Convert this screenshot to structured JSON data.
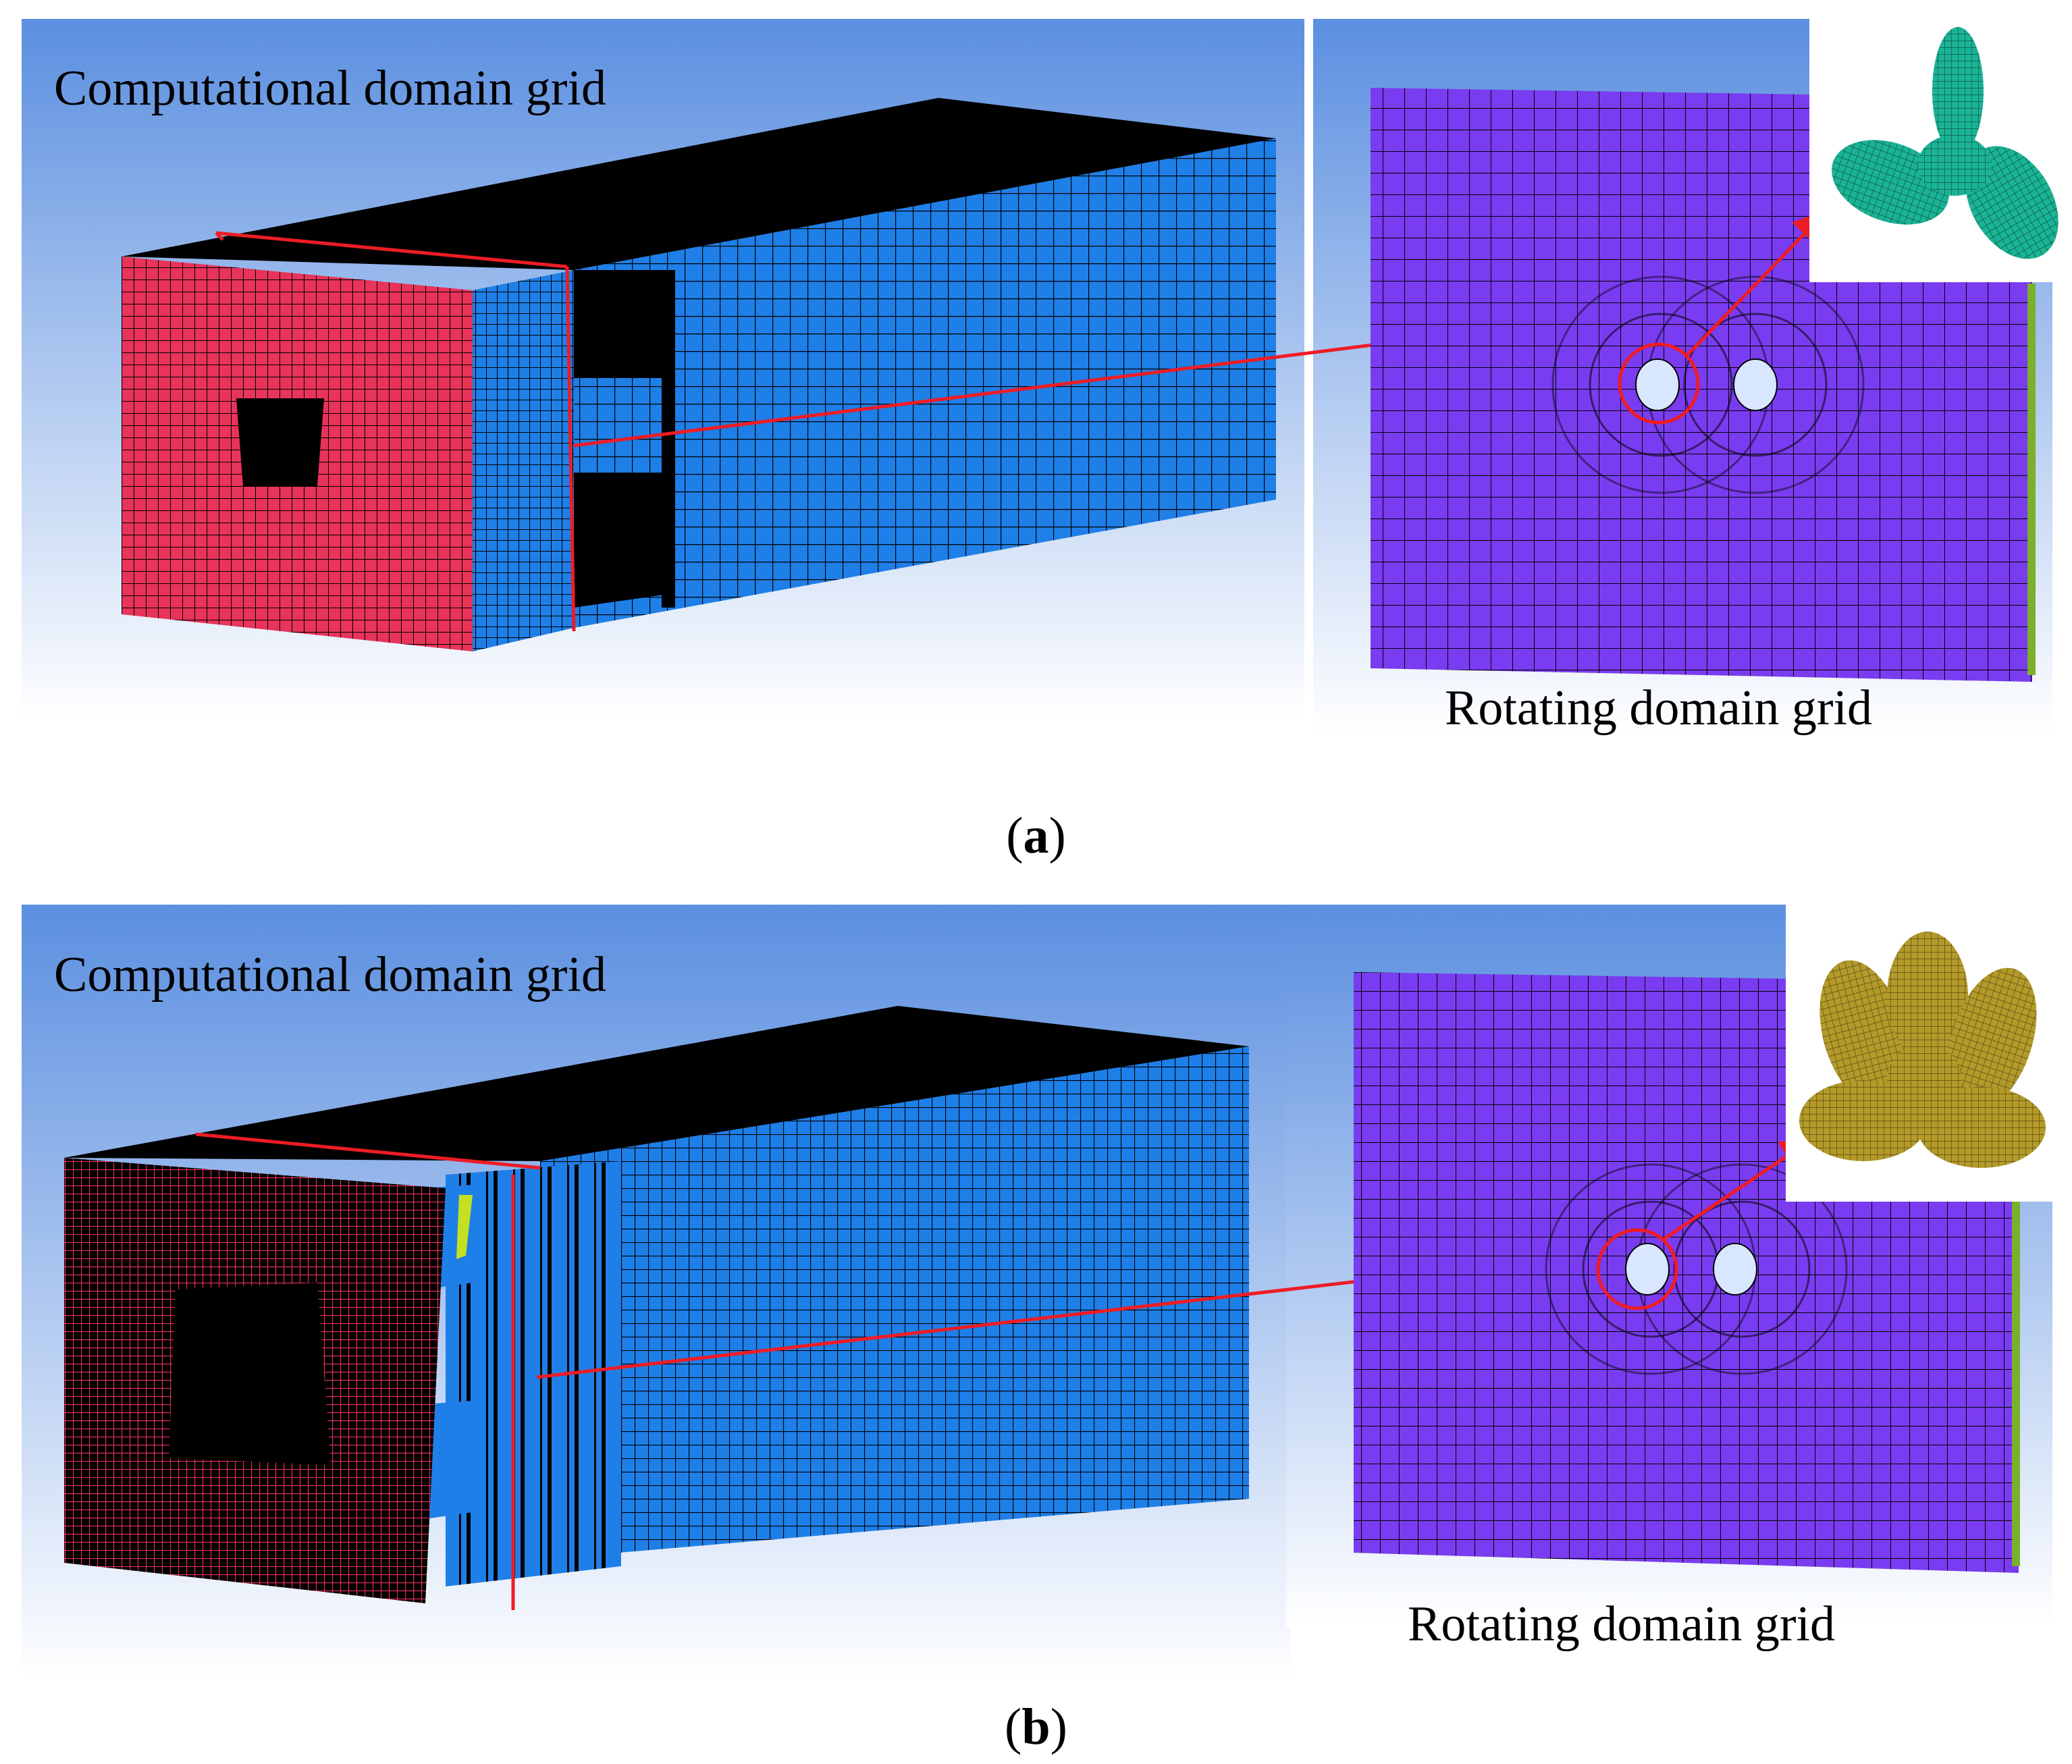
{
  "figure": {
    "panels": [
      {
        "id": "a",
        "caption_letter": "a",
        "computational_label": "Computational domain grid",
        "rotating_label": "Rotating domain grid",
        "propeller": {
          "blades": 3,
          "color": "#1bb395"
        }
      },
      {
        "id": "b",
        "caption_letter": "b",
        "computational_label": "Computational domain grid",
        "rotating_label": "Rotating domain grid",
        "propeller": {
          "blades": 5,
          "color": "#b39a2a"
        }
      }
    ],
    "colors": {
      "background_top": "#5b8fe0",
      "background_bottom": "#ffffff",
      "inlet_mesh": "#e8335a",
      "domain_mesh": "#1f7fe8",
      "rotating_mesh": "#7a3cf0",
      "arrow": "#ee1c25",
      "mesh_line": "#000000"
    }
  }
}
